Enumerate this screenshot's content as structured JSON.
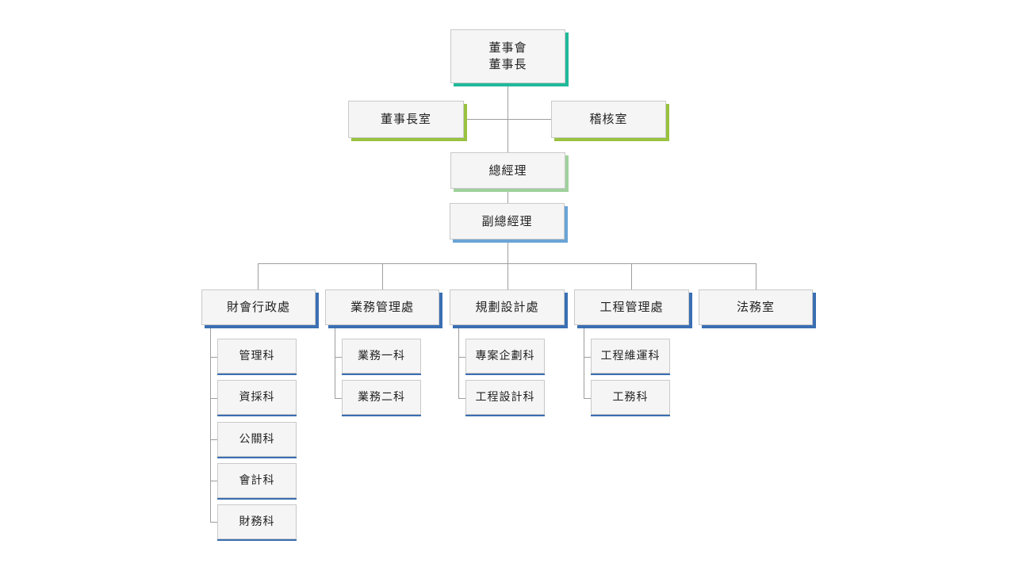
{
  "colors": {
    "teal": "#1fb99a",
    "lime": "#99c240",
    "green": "#9fd19c",
    "light_blue": "#6aa4d6",
    "blue": "#3a6fb3",
    "connector": "#9e9e9e",
    "box_fill": "#f5f5f5"
  },
  "org": {
    "board": {
      "line1": "董事會",
      "line2": "董事長"
    },
    "chairman_office": "董事長室",
    "audit_office": "稽核室",
    "general_manager": "總經理",
    "deputy_general_manager": "副總經理",
    "divisions": [
      {
        "name": "財會行政處",
        "sections": [
          "管理科",
          "資採科",
          "公關科",
          "會計科",
          "財務科"
        ]
      },
      {
        "name": "業務管理處",
        "sections": [
          "業務一科",
          "業務二科"
        ]
      },
      {
        "name": "規劃設計處",
        "sections": [
          "專案企劃科",
          "工程設計科"
        ]
      },
      {
        "name": "工程管理處",
        "sections": [
          "工程維運科",
          "工務科"
        ]
      },
      {
        "name": "法務室",
        "sections": []
      }
    ]
  }
}
